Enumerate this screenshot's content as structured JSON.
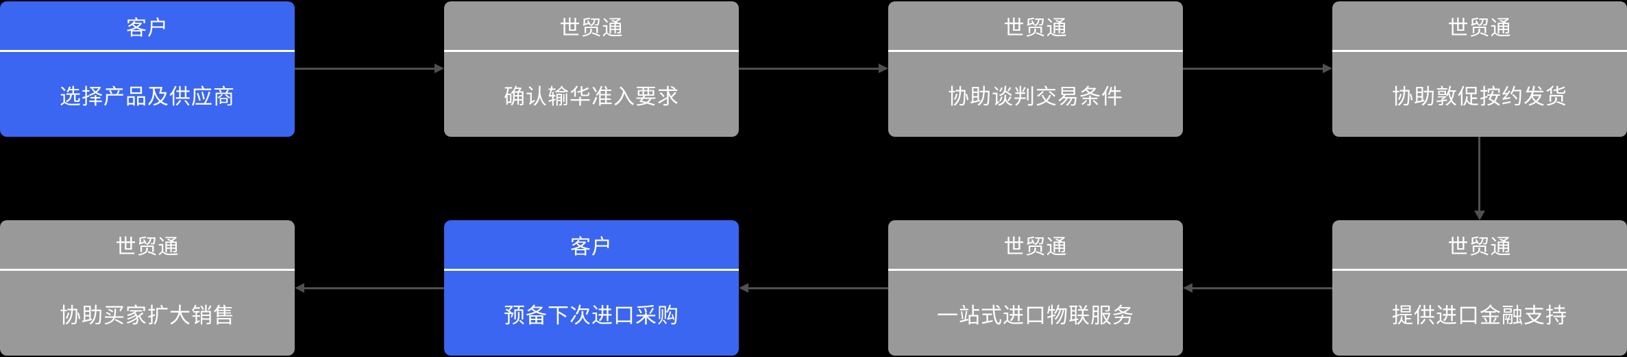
{
  "colors": {
    "canvas_background": "#000000",
    "customer_box": "#3A66F1",
    "service_box": "#999999",
    "box_text": "#FFFFFF",
    "divider": "#FFFFFF",
    "arrow": "#505050"
  },
  "flow_boxes": [
    {
      "step": 1,
      "actor": "客户",
      "action": "选择产品及供应商",
      "type": "customer",
      "row": "top",
      "column": 1
    },
    {
      "step": 2,
      "actor": "世贸通",
      "action": "确认输华准入要求",
      "type": "service",
      "row": "top",
      "column": 2
    },
    {
      "step": 3,
      "actor": "世贸通",
      "action": "协助谈判交易条件",
      "type": "service",
      "row": "top",
      "column": 3
    },
    {
      "step": 4,
      "actor": "世贸通",
      "action": "协助敦促按约发货",
      "type": "service",
      "row": "top",
      "column": 4
    },
    {
      "step": 5,
      "actor": "世贸通",
      "action": "提供进口金融支持",
      "type": "service",
      "row": "bottom",
      "column": 4
    },
    {
      "step": 6,
      "actor": "世贸通",
      "action": "一站式进口物联服务",
      "type": "service",
      "row": "bottom",
      "column": 3
    },
    {
      "step": 7,
      "actor": "客户",
      "action": "预备下次进口采购",
      "type": "customer",
      "row": "bottom",
      "column": 2
    },
    {
      "step": 8,
      "actor": "世贸通",
      "action": "协助买家扩大销售",
      "type": "service",
      "row": "bottom",
      "column": 1
    }
  ],
  "connections": [
    {
      "from_step": 1,
      "to_step": 2,
      "direction": "right"
    },
    {
      "from_step": 2,
      "to_step": 3,
      "direction": "right"
    },
    {
      "from_step": 3,
      "to_step": 4,
      "direction": "right"
    },
    {
      "from_step": 4,
      "to_step": 5,
      "direction": "down"
    },
    {
      "from_step": 5,
      "to_step": 6,
      "direction": "left"
    },
    {
      "from_step": 6,
      "to_step": 7,
      "direction": "left"
    },
    {
      "from_step": 7,
      "to_step": 8,
      "direction": "left"
    }
  ]
}
